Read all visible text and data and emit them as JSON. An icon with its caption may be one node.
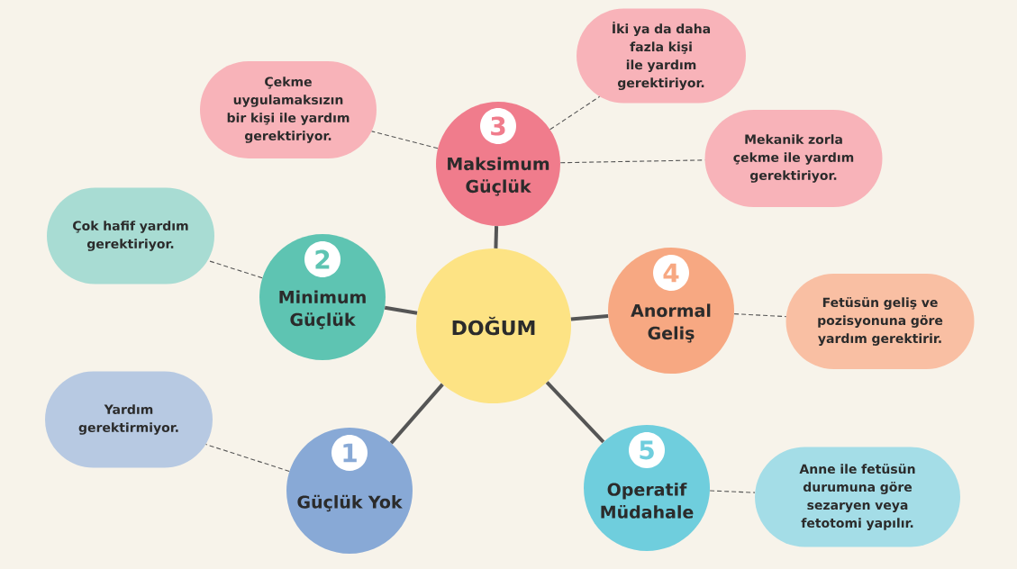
{
  "diagram": {
    "nodes": [
      {
        "text": [
          "DOĞUM"
        ]
      },
      {
        "text": [
          "3",
          "Maksimum Güçlük"
        ]
      },
      {
        "text": [
          "Çekme uygulamaksızın bir kişi ile yardım gerektiriyor."
        ]
      },
      {
        "text": [
          "İki ya da daha fazla kişi ile yardım gerektiriyor."
        ]
      },
      {
        "text": [
          "Mekanik zorla çekme ile yardım gerektiriyor."
        ]
      },
      {
        "text": [
          "2",
          "Minimum Güçlük"
        ]
      },
      {
        "text": [
          "Çok hafif yardım gerektiriyor."
        ]
      },
      {
        "text": [
          "4",
          "Anormal Geliş"
        ]
      },
      {
        "text": [
          "Fetüsün geliş ve pozisyonuna göre yardım gerektirir."
        ]
      },
      {
        "text": [
          "1",
          "Güçlük Yok"
        ]
      },
      {
        "text": [
          "Yardım gerektirmiyor."
        ]
      },
      {
        "text": [
          "5",
          "Operatif Müdahale"
        ]
      },
      {
        "text": [
          "Anne ile fetüsün durumuna göre sezaryen veya fetotomi yapılır."
        ]
      }
    ],
    "edges": [
      {
        "from": 0,
        "to": 1,
        "arrow": "none",
        "style": "thick"
      },
      {
        "from": 0,
        "to": 5,
        "arrow": "none",
        "style": "thick"
      },
      {
        "from": 0,
        "to": 7,
        "arrow": "none",
        "style": "thick"
      },
      {
        "from": 0,
        "to": 9,
        "arrow": "none",
        "style": "thick"
      },
      {
        "from": 0,
        "to": 11,
        "arrow": "none",
        "style": "thick"
      },
      {
        "from": 1,
        "to": 2,
        "arrow": "none",
        "style": "dashed"
      },
      {
        "from": 1,
        "to": 3,
        "arrow": "none",
        "style": "dashed"
      },
      {
        "from": 1,
        "to": 4,
        "arrow": "none",
        "style": "dashed"
      },
      {
        "from": 5,
        "to": 6,
        "arrow": "none",
        "style": "dashed"
      },
      {
        "from": 7,
        "to": 8,
        "arrow": "none",
        "style": "dashed"
      },
      {
        "from": 9,
        "to": 10,
        "arrow": "none",
        "style": "dashed"
      },
      {
        "from": 11,
        "to": 12,
        "arrow": "none",
        "style": "dashed"
      }
    ]
  }
}
